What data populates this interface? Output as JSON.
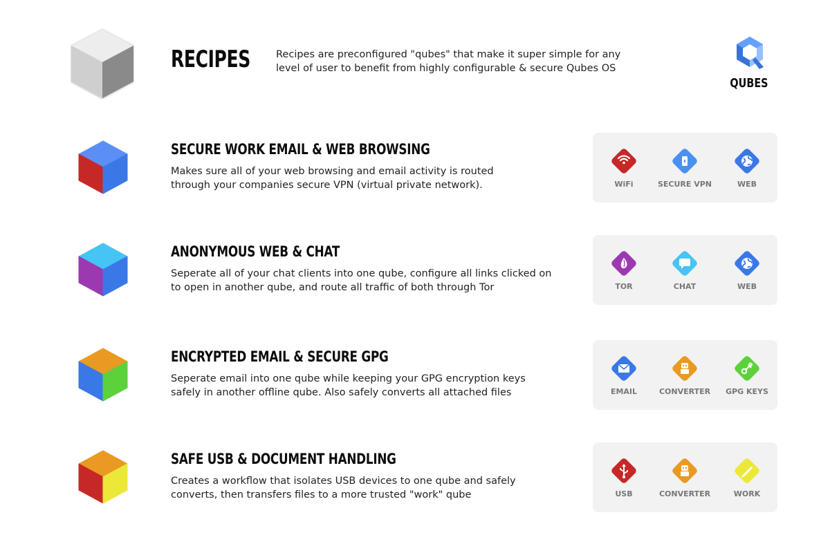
{
  "header": {
    "title": "RECIPES",
    "intro": "Recipes are preconfigured \"qubes\" that make it super simple for any level of user to benefit from highly configurable & secure Qubes OS",
    "logo_word": "QUBES"
  },
  "colors": {
    "red": "#c62828",
    "blue": "#3b78e7",
    "light_blue": "#4a90f0",
    "sky": "#45c4f5",
    "purple": "#9b3ab0",
    "orange": "#e89a23",
    "green": "#5bd23c",
    "yellow": "#ece83a",
    "label_gray": "#777777",
    "card_bg": "#f2f2f2"
  },
  "recipes": [
    {
      "title": "SECURE WORK EMAIL & WEB BROWSING",
      "desc_line1": "Makes sure all of your web browsing and email activity is routed",
      "desc_line2": "through your companies secure VPN (virtual private network).",
      "cube": {
        "top": "#5b8ff5",
        "left": "#c62828",
        "right": "#3b78e7"
      },
      "icons": [
        {
          "label": "WiFi",
          "icon": "wifi-icon",
          "color": "#c62828"
        },
        {
          "label": "SECURE VPN",
          "icon": "lock-icon",
          "color": "#4a90f0"
        },
        {
          "label": "WEB",
          "icon": "globe-icon",
          "color": "#3b78e7"
        }
      ]
    },
    {
      "title": "ANONYMOUS WEB & CHAT",
      "desc_line1": "Seperate all of your chat clients into one qube, configure all links clicked on",
      "desc_line2": "to open in another qube, and route all traffic of both through Tor",
      "cube": {
        "top": "#45c4f5",
        "left": "#9b3ab0",
        "right": "#3b78e7"
      },
      "icons": [
        {
          "label": "TOR",
          "icon": "onion-icon",
          "color": "#9b3ab0"
        },
        {
          "label": "CHAT",
          "icon": "chat-icon",
          "color": "#45c4f5"
        },
        {
          "label": "WEB",
          "icon": "globe-icon",
          "color": "#3b78e7"
        }
      ]
    },
    {
      "title": "ENCRYPTED EMAIL & SECURE GPG",
      "desc_line1": "Seperate email into one qube while keeping your GPG encryption keys",
      "desc_line2": "safely in another offline qube. Also safely converts all attached files",
      "cube": {
        "top": "#e89a23",
        "left": "#3b78e7",
        "right": "#5bd23c"
      },
      "icons": [
        {
          "label": "EMAIL",
          "icon": "envelope-icon",
          "color": "#3b78e7"
        },
        {
          "label": "CONVERTER",
          "icon": "robot-icon",
          "color": "#e89a23"
        },
        {
          "label": "GPG KEYS",
          "icon": "key-icon",
          "color": "#5bd23c"
        }
      ]
    },
    {
      "title": "SAFE USB & DOCUMENT HANDLING",
      "desc_line1": "Creates a workflow that isolates USB devices to one qube and safely",
      "desc_line2": "converts, then transfers files to a more trusted \"work\" qube",
      "cube": {
        "top": "#e89a23",
        "left": "#c62828",
        "right": "#ece83a"
      },
      "icons": [
        {
          "label": "USB",
          "icon": "usb-icon",
          "color": "#c62828"
        },
        {
          "label": "CONVERTER",
          "icon": "robot-icon",
          "color": "#e89a23"
        },
        {
          "label": "WORK",
          "icon": "pen-icon",
          "color": "#ece83a"
        }
      ]
    }
  ]
}
